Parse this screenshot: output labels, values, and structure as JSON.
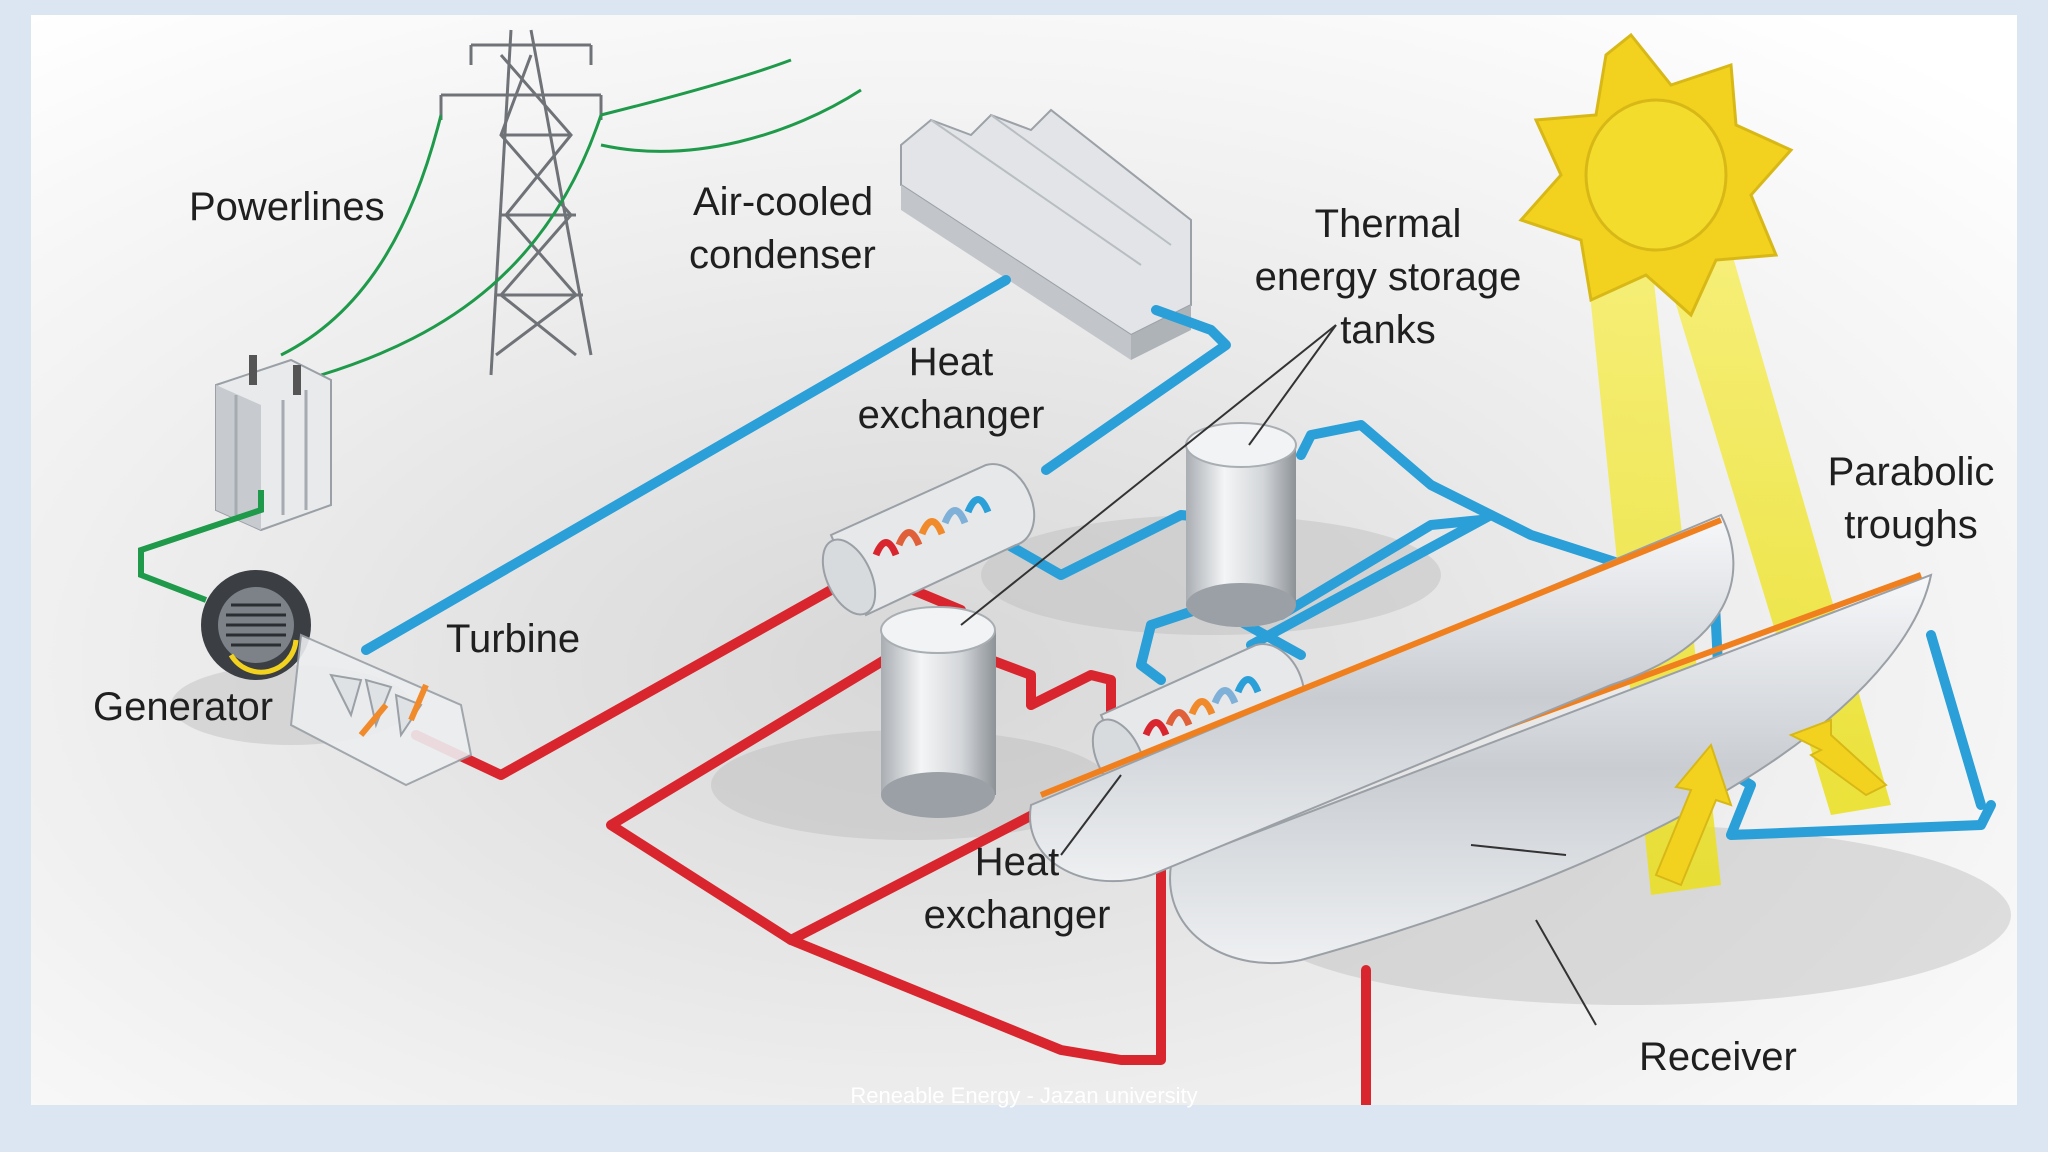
{
  "labels": {
    "powerlines": "Powerlines",
    "condenser_1": "Air-cooled",
    "condenser_2": "condenser",
    "thermal_1": "Thermal",
    "thermal_2": "energy storage",
    "thermal_3": "tanks",
    "heat_exchanger_top_1": "Heat",
    "heat_exchanger_top_2": "exchanger",
    "parabolic_1": "Parabolic",
    "parabolic_2": "troughs",
    "turbine": "Turbine",
    "generator": "Generator",
    "heat_exchanger_bottom_1": "Heat",
    "heat_exchanger_bottom_2": "exchanger",
    "receiver": "Receiver"
  },
  "footer": "Reneable Energy - Jazan university",
  "colors": {
    "hot_pipe": "#d9262e",
    "cold_pipe": "#2a9fd8",
    "power_line": "#1e9a4a",
    "sun": "#f2d21e",
    "sun_beam": "#f4e83a",
    "receiver_tube": "#f0801e",
    "slide_background": "#dce6f3"
  }
}
